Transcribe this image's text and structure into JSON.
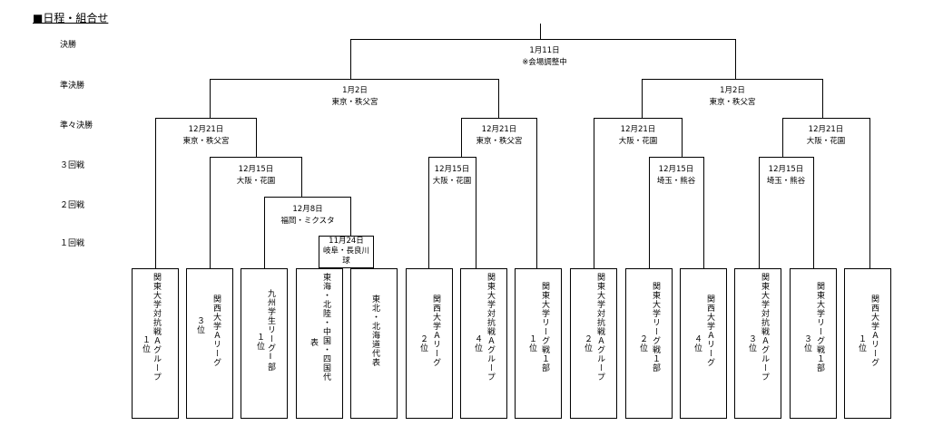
{
  "title": "■日程・組合せ",
  "rounds": [
    "決勝",
    "準決勝",
    "準々決勝",
    "３回戦",
    "２回戦",
    "１回戦"
  ],
  "matches": {
    "final": {
      "date": "1月11日",
      "venue": "※会場調整中"
    },
    "sf_left": {
      "date": "1月2日",
      "venue": "東京・秩父宮"
    },
    "sf_right": {
      "date": "1月2日",
      "venue": "東京・秩父宮"
    },
    "qf1": {
      "date": "12月21日",
      "venue": "東京・秩父宮"
    },
    "qf2": {
      "date": "12月21日",
      "venue": "東京・秩父宮"
    },
    "qf3": {
      "date": "12月21日",
      "venue": "大阪・花園"
    },
    "qf4": {
      "date": "12月21日",
      "venue": "大阪・花園"
    },
    "r3a": {
      "date": "12月15日",
      "venue": "大阪・花園"
    },
    "r3b": {
      "date": "12月15日",
      "venue": "大阪・花園"
    },
    "r3c": {
      "date": "12月15日",
      "venue": "埼玉・熊谷"
    },
    "r3d": {
      "date": "12月15日",
      "venue": "埼玉・熊谷"
    },
    "r2": {
      "date": "12月8日",
      "venue": "福岡・ミクスタ"
    },
    "r1": {
      "date": "11月24日",
      "venue1": "岐阜・長良川",
      "venue2": "球"
    }
  },
  "teams": [
    {
      "main": "関東大学対抗戦Ａグループ",
      "rank": "１位"
    },
    {
      "main": "関西大学Ａリーグ",
      "rank": "３位"
    },
    {
      "main": "九州学生リーグⅠ部",
      "rank": "１位"
    },
    {
      "main": "東海・北陸・中国・四国代",
      "rank": "表"
    },
    {
      "main": "東北・北海道代表",
      "rank": ""
    },
    {
      "main": "関西大学Ａリーグ",
      "rank": "２位"
    },
    {
      "main": "関東大学対抗戦Ａグループ",
      "rank": "４位"
    },
    {
      "main": "関東大学リーグ戦１部",
      "rank": "１位"
    },
    {
      "main": "関東大学対抗戦Ａグループ",
      "rank": "２位"
    },
    {
      "main": "関東大学リーグ戦１部",
      "rank": "２位"
    },
    {
      "main": "関西大学Ａリーグ",
      "rank": "４位"
    },
    {
      "main": "関東大学対抗戦Ａグループ",
      "rank": "３位"
    },
    {
      "main": "関東大学リーグ戦１部",
      "rank": "３位"
    },
    {
      "main": "関西大学Ａリーグ",
      "rank": "１位"
    }
  ]
}
